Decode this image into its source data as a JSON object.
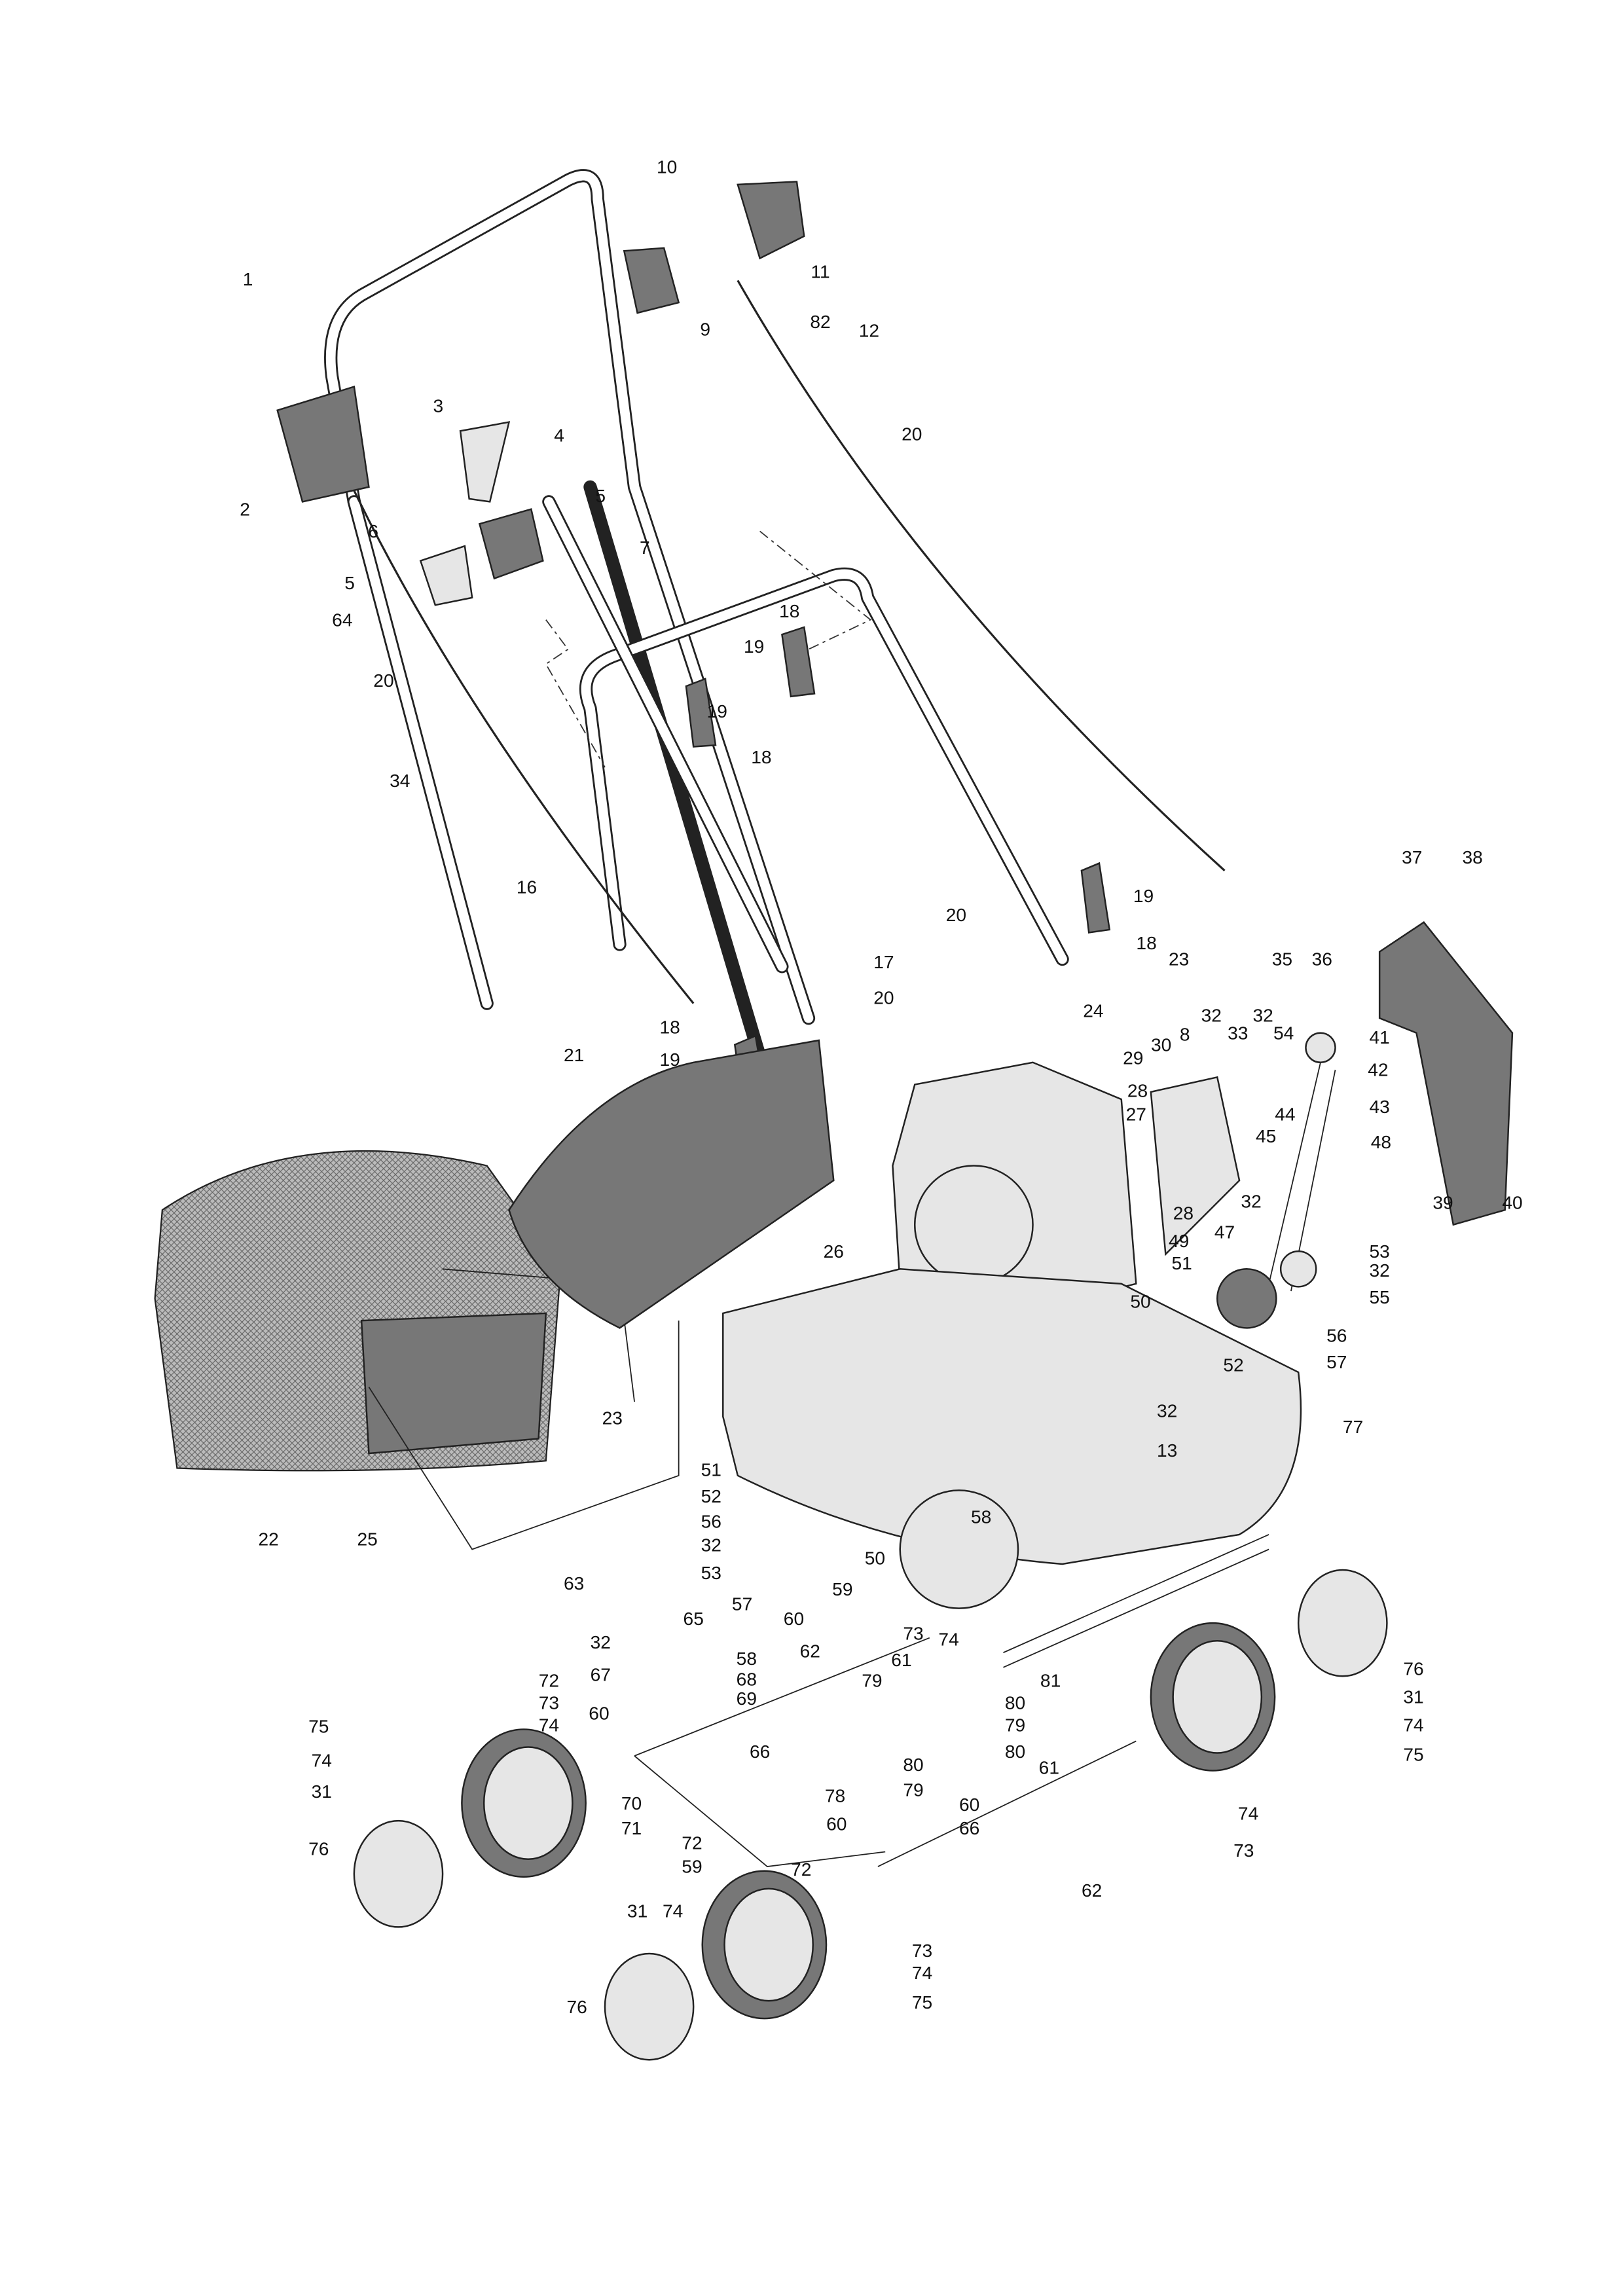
{
  "diagram": {
    "title": "Exploded parts diagram - lawn scarifier",
    "callouts": [
      "1",
      "10",
      "11",
      "9",
      "82",
      "12",
      "20",
      "3",
      "4",
      "2",
      "6",
      "5",
      "7",
      "5",
      "64",
      "18",
      "19",
      "19",
      "18",
      "20",
      "34",
      "16",
      "37",
      "38",
      "19",
      "20",
      "18",
      "23",
      "17",
      "20",
      "35",
      "36",
      "24",
      "32",
      "32",
      "8",
      "29",
      "30",
      "33",
      "54",
      "41",
      "42",
      "18",
      "19",
      "21",
      "28",
      "27",
      "43",
      "44",
      "45",
      "48",
      "32",
      "28",
      "47",
      "39",
      "40",
      "49",
      "53",
      "32",
      "26",
      "51",
      "55",
      "50",
      "56",
      "52",
      "57",
      "23",
      "32",
      "13",
      "77",
      "22",
      "25",
      "51",
      "52",
      "58",
      "56",
      "32",
      "50",
      "53",
      "59",
      "63",
      "57",
      "60",
      "65",
      "32",
      "73",
      "74",
      "58",
      "62",
      "61",
      "68",
      "76",
      "81",
      "79",
      "80",
      "67",
      "69",
      "72",
      "31",
      "74",
      "73",
      "79",
      "60",
      "75",
      "74",
      "66",
      "80",
      "75",
      "74",
      "80",
      "61",
      "79",
      "78",
      "31",
      "70",
      "74",
      "60",
      "71",
      "60",
      "72",
      "66",
      "76",
      "73",
      "59",
      "72",
      "62",
      "31",
      "74",
      "73",
      "74",
      "76",
      "75"
    ]
  }
}
